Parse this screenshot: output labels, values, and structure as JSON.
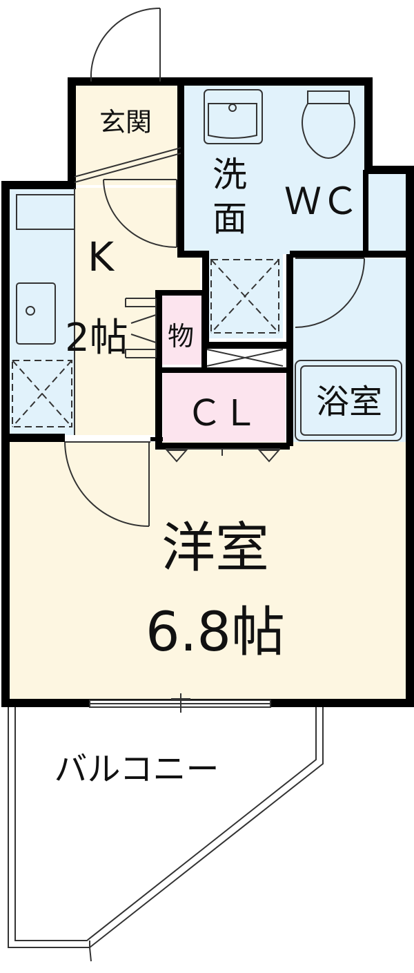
{
  "rooms": {
    "genkan": "玄関",
    "senmen_1": "洗",
    "senmen_2": "面",
    "wc": "ＷＣ",
    "kitchen": "K",
    "kitchen_size": "2帖",
    "storage": "物",
    "closet": "ＣＬ",
    "bath": "浴室",
    "western": "洋室",
    "western_size": "6.8帖",
    "balcony": "バルコニー"
  },
  "colors": {
    "wall": "#000000",
    "floor": "#fdf6e1",
    "wet_area": "#e1f2fb",
    "storage": "#fce4ee",
    "fixture_line": "#333333"
  }
}
